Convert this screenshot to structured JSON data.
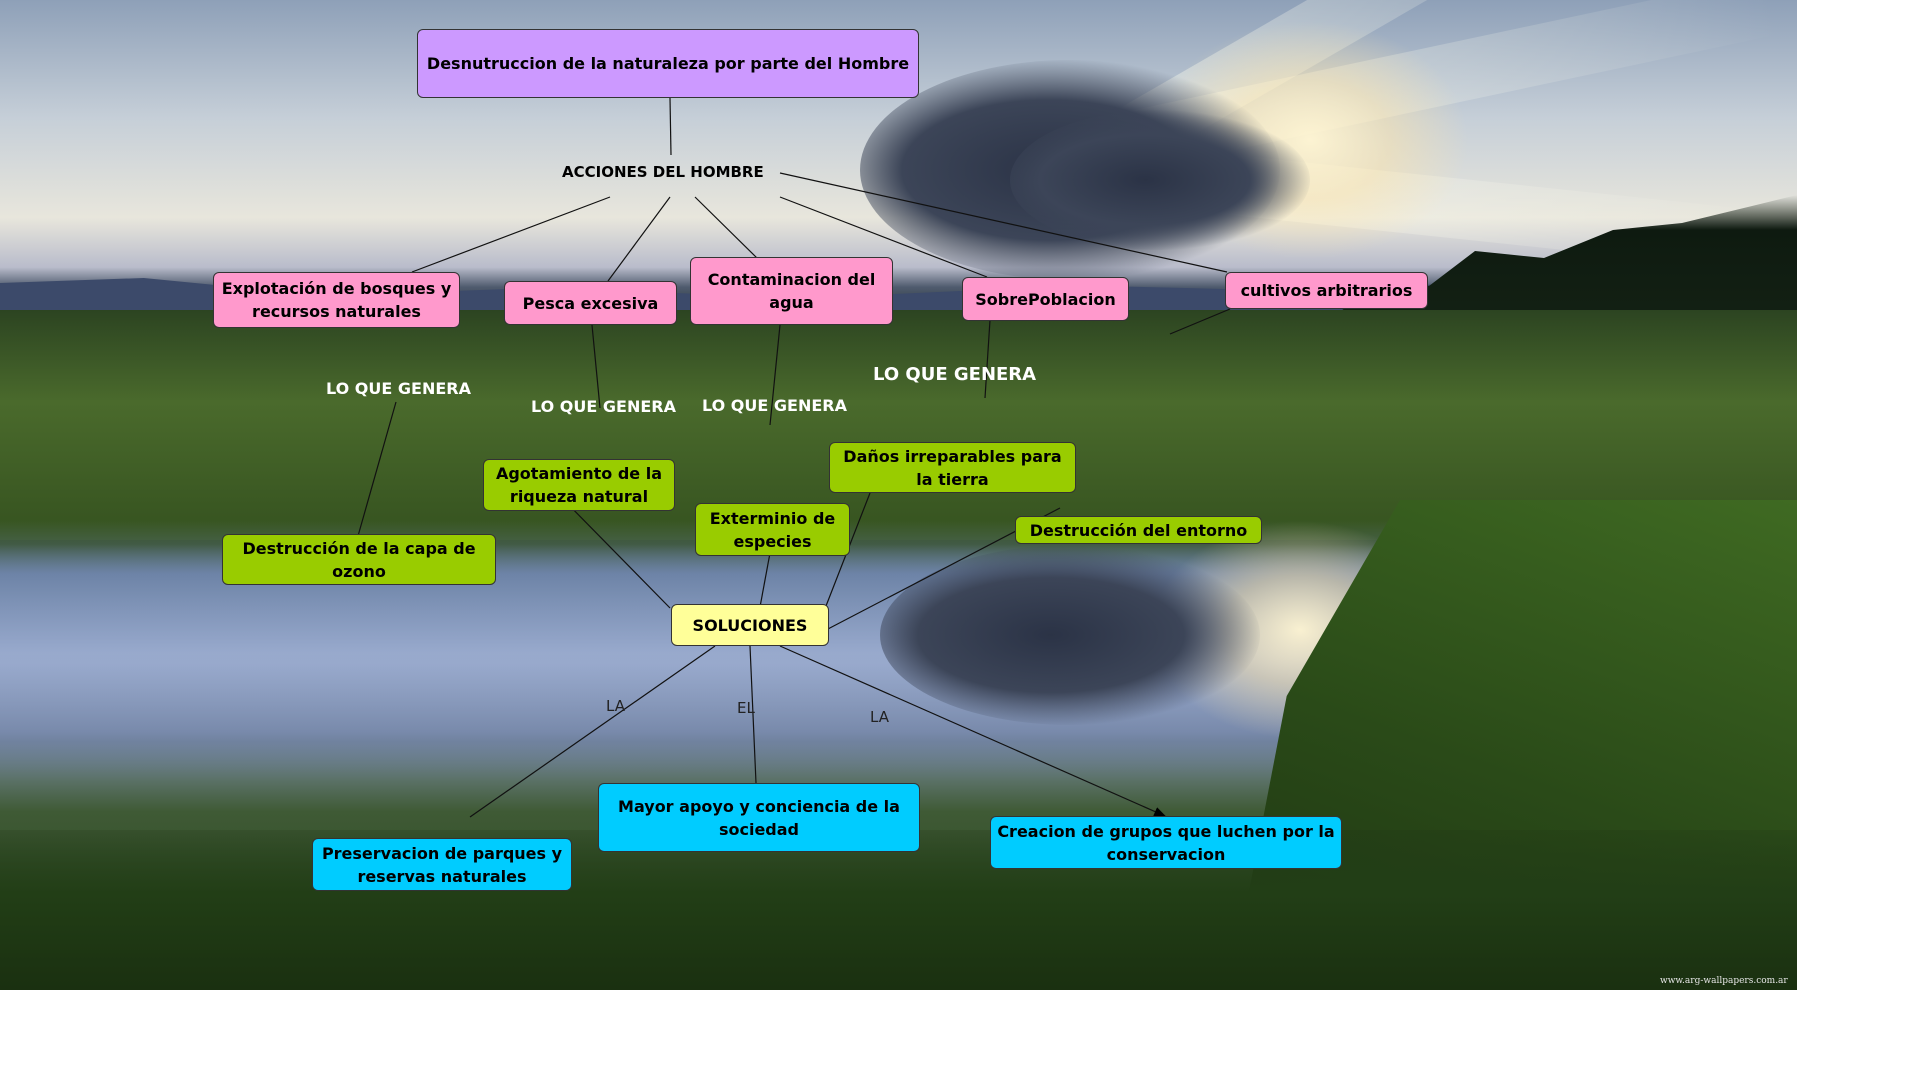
{
  "title": "Desnutruccion de la naturaleza por parte del Hombre",
  "hub_label": "ACCIONES DEL HOMBRE",
  "actions": [
    "Explotación de bosques y recursos naturales",
    "Pesca excesiva",
    "Contaminacion del agua",
    "SobrePoblacion",
    "cultivos arbitrarios"
  ],
  "link_labels": {
    "genera_1": "LO QUE GENERA",
    "genera_2": "LO QUE GENERA",
    "genera_3": "LO QUE GENERA",
    "genera_4": "LO QUE GENERA",
    "la_1": "LA",
    "el": "EL",
    "la_2": "LA"
  },
  "effects": [
    "Destrucción de la capa de ozono",
    "Agotamiento de la riqueza natural",
    "Exterminio de especies",
    "Daños irreparables para la tierra",
    "Destrucción del entorno"
  ],
  "solutions_label": "SOLUCIONES",
  "solutions": [
    "Preservacion de parques y reservas naturales",
    "Mayor apoyo y conciencia de la sociedad",
    "Creacion de grupos que luchen por la conservacion"
  ],
  "watermark": "www.arg-wallpapers.com.ar",
  "colors": {
    "title": "#cc99ff",
    "actions": "#ff99cc",
    "effects": "#99cc00",
    "solutions_hub": "#ffff99",
    "solutions": "#00ccff"
  }
}
